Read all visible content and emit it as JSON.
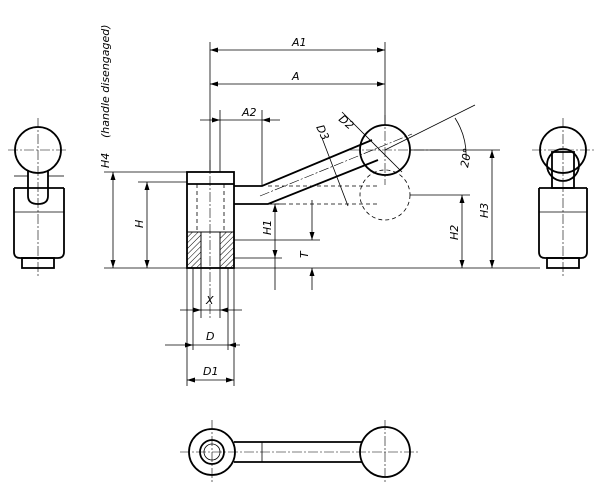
{
  "labels": {
    "a1": "A1",
    "a": "A",
    "a2": "A2",
    "d2": "D2",
    "d3": "D3",
    "angle": "20°",
    "h4": "H4",
    "h4_note": "(handle disengaged)",
    "h": "H",
    "h1": "H1",
    "h2": "H2",
    "h3": "H3",
    "t": "T",
    "x": "X",
    "d": "D",
    "d1": "D1"
  },
  "colors": {
    "line": "#000000",
    "background": "#ffffff"
  }
}
